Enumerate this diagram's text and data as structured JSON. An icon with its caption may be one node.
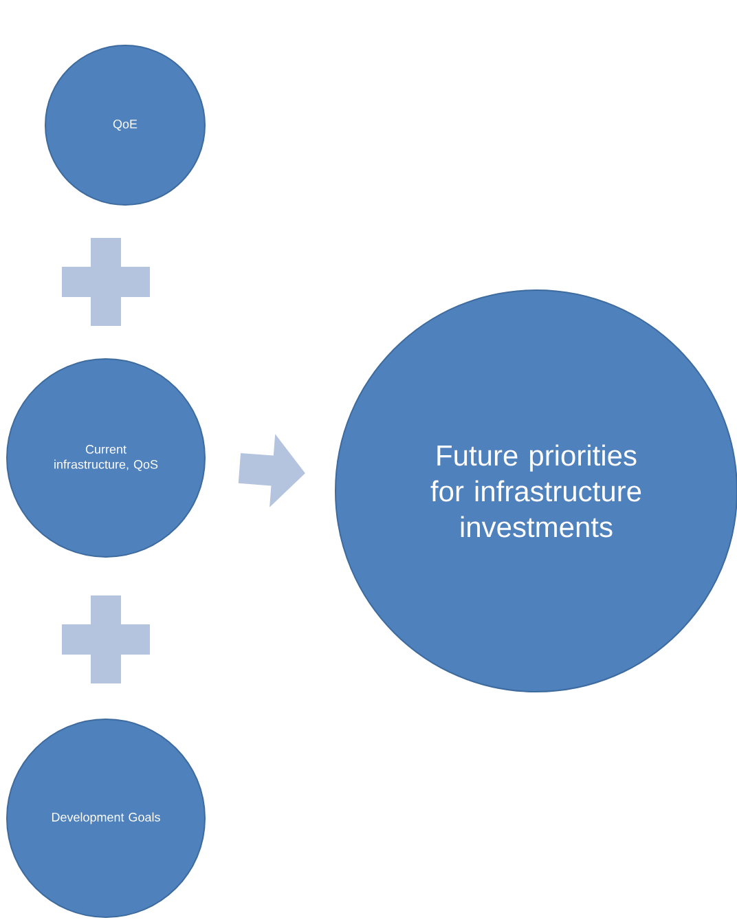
{
  "diagram": {
    "nodes": [
      {
        "text": [
          "QoE"
        ]
      },
      {
        "text": [
          "Current infrastructure, QoS"
        ]
      },
      {
        "text": [
          "Development Goals"
        ]
      },
      {
        "text": [
          "Future priorities for infrastructure investments"
        ]
      }
    ],
    "edges": [
      {
        "from": 1,
        "to": 3,
        "arrow": "to"
      }
    ]
  }
}
